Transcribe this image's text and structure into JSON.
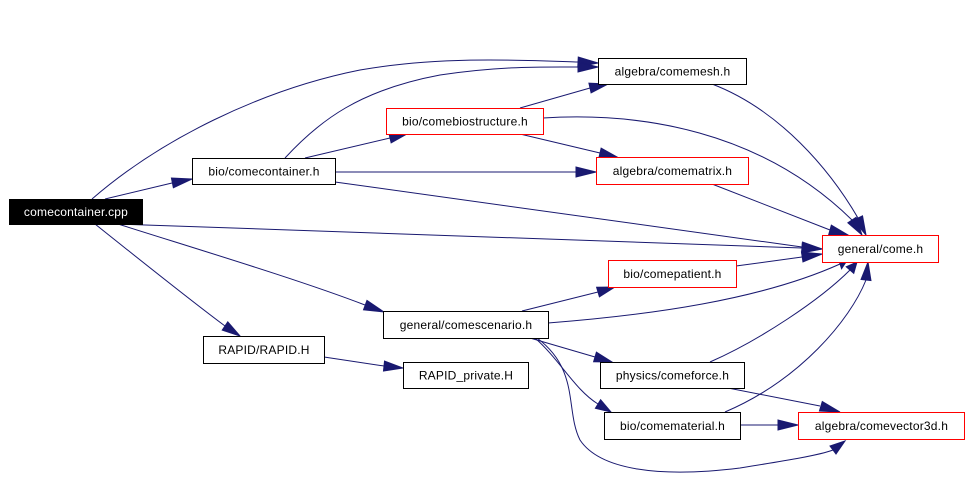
{
  "diagram": {
    "title": "Include dependency graph for comecontainer.cpp",
    "colors": {
      "edge": "#191970",
      "documented_border": "#000000",
      "undocumented_border": "#ff0000",
      "root_fill": "#000000",
      "root_text": "#ffffff"
    },
    "nodes": [
      {
        "id": "root",
        "label": "comecontainer.cpp",
        "style": "root"
      },
      {
        "id": "container",
        "label": "bio/comecontainer.h",
        "style": "normal"
      },
      {
        "id": "mesh",
        "label": "algebra/comemesh.h",
        "style": "normal"
      },
      {
        "id": "biostructure",
        "label": "bio/comebiostructure.h",
        "style": "red"
      },
      {
        "id": "matrix",
        "label": "algebra/comematrix.h",
        "style": "red"
      },
      {
        "id": "come",
        "label": "general/come.h",
        "style": "red"
      },
      {
        "id": "patient",
        "label": "bio/comepatient.h",
        "style": "red"
      },
      {
        "id": "scenario",
        "label": "general/comescenario.h",
        "style": "normal"
      },
      {
        "id": "rapid",
        "label": "RAPID/RAPID.H",
        "style": "normal"
      },
      {
        "id": "rapidprivate",
        "label": "RAPID_private.H",
        "style": "normal"
      },
      {
        "id": "force",
        "label": "physics/comeforce.h",
        "style": "normal"
      },
      {
        "id": "material",
        "label": "bio/comematerial.h",
        "style": "normal"
      },
      {
        "id": "vector3d",
        "label": "algebra/comevector3d.h",
        "style": "red"
      }
    ],
    "edges": [
      {
        "from": "root",
        "to": "mesh"
      },
      {
        "from": "root",
        "to": "container"
      },
      {
        "from": "root",
        "to": "come"
      },
      {
        "from": "root",
        "to": "scenario"
      },
      {
        "from": "root",
        "to": "rapid"
      },
      {
        "from": "container",
        "to": "mesh"
      },
      {
        "from": "container",
        "to": "biostructure"
      },
      {
        "from": "container",
        "to": "matrix"
      },
      {
        "from": "container",
        "to": "come"
      },
      {
        "from": "biostructure",
        "to": "mesh"
      },
      {
        "from": "biostructure",
        "to": "matrix"
      },
      {
        "from": "biostructure",
        "to": "come"
      },
      {
        "from": "mesh",
        "to": "come"
      },
      {
        "from": "matrix",
        "to": "come"
      },
      {
        "from": "patient",
        "to": "come"
      },
      {
        "from": "scenario",
        "to": "patient"
      },
      {
        "from": "scenario",
        "to": "come"
      },
      {
        "from": "scenario",
        "to": "force"
      },
      {
        "from": "scenario",
        "to": "material"
      },
      {
        "from": "scenario",
        "to": "vector3d"
      },
      {
        "from": "force",
        "to": "come"
      },
      {
        "from": "force",
        "to": "vector3d"
      },
      {
        "from": "material",
        "to": "come"
      },
      {
        "from": "material",
        "to": "vector3d"
      },
      {
        "from": "rapid",
        "to": "rapidprivate"
      }
    ]
  }
}
